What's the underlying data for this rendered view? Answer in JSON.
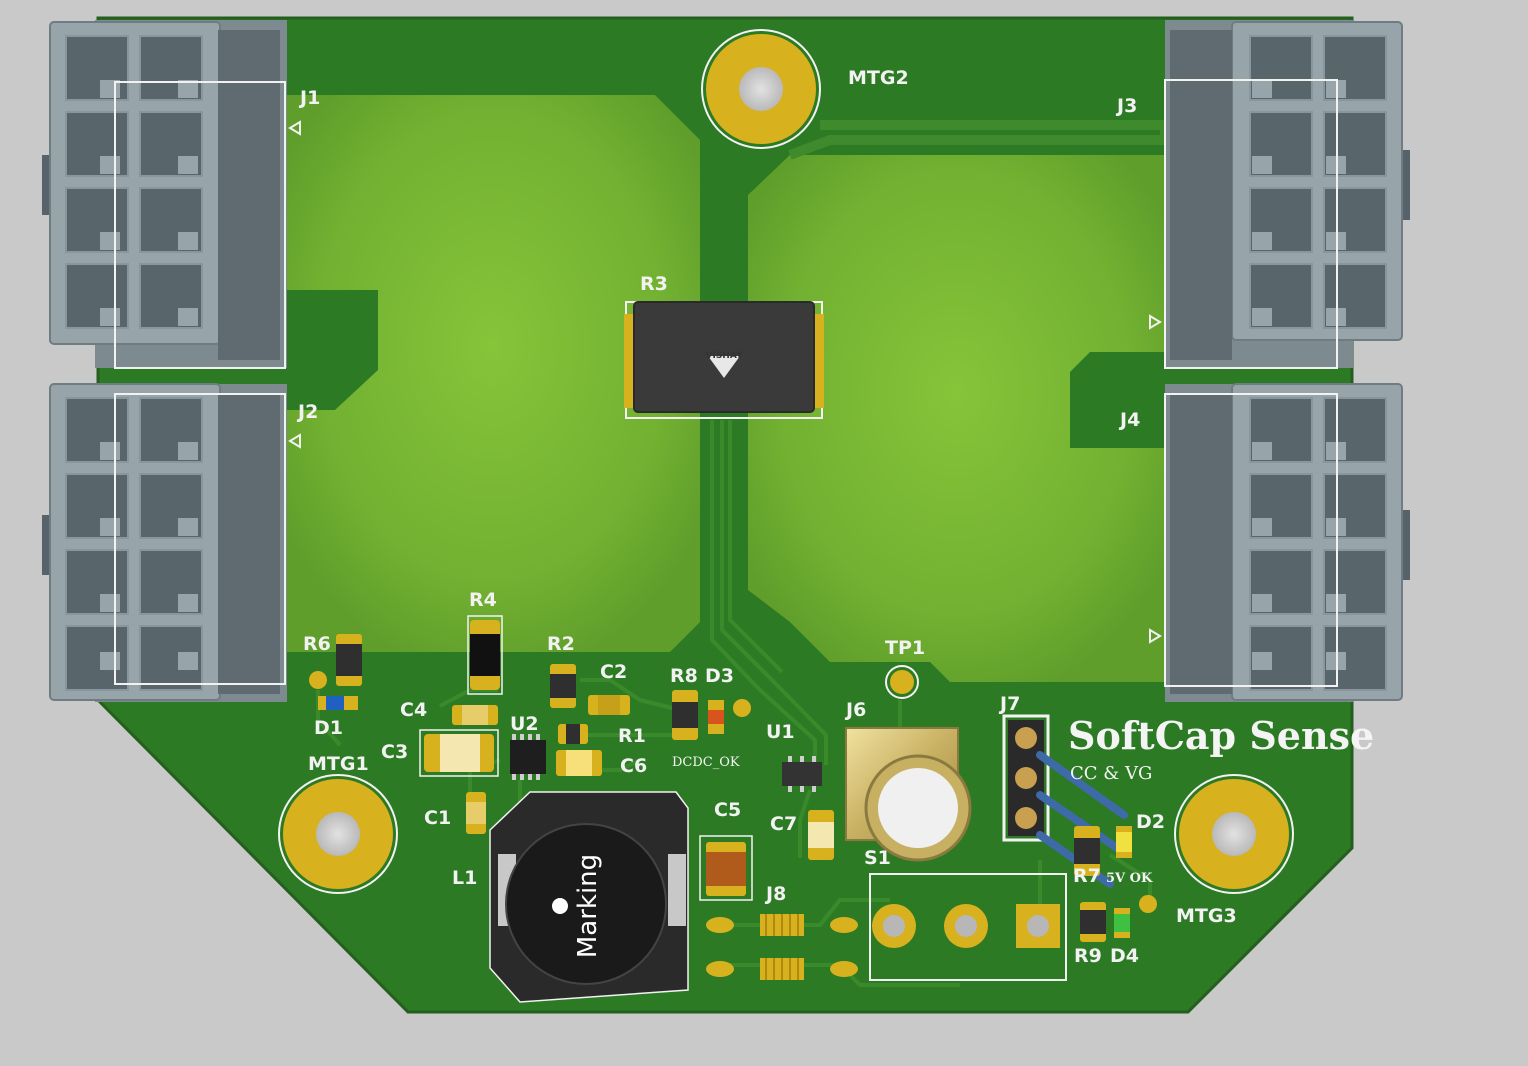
{
  "board": {
    "title": "SoftCap Sense",
    "subtitle": "CC & VG",
    "status_texts": {
      "dcdc": "DCDC_OK",
      "fivev": "5V OK"
    },
    "colors": {
      "background": "#c9c9c9",
      "pcb": "#2c7a24",
      "copper_fill": "#7cbc35",
      "pad": "#d9b21e",
      "connector": "#98a5ab",
      "silk": "#f2f2f2"
    }
  },
  "designators": {
    "J1": "J1",
    "J2": "J2",
    "J3": "J3",
    "J4": "J4",
    "J6": "J6",
    "J7": "J7",
    "J8": "J8",
    "MTG1": "MTG1",
    "MTG2": "MTG2",
    "MTG3": "MTG3",
    "R1": "R1",
    "R2": "R2",
    "R3": "R3",
    "R4": "R4",
    "R6": "R6",
    "R7": "R7",
    "R8": "R8",
    "R9": "R9",
    "C1": "C1",
    "C2": "C2",
    "C3": "C3",
    "C4": "C4",
    "C5": "C5",
    "C6": "C6",
    "C7": "C7",
    "D1": "D1",
    "D2": "D2",
    "D3": "D3",
    "D4": "D4",
    "U1": "U1",
    "U2": "U2",
    "L1": "L1",
    "S1": "S1",
    "TP1": "TP1"
  },
  "markings": {
    "r3": "VISHAY",
    "l1": "Marking"
  }
}
